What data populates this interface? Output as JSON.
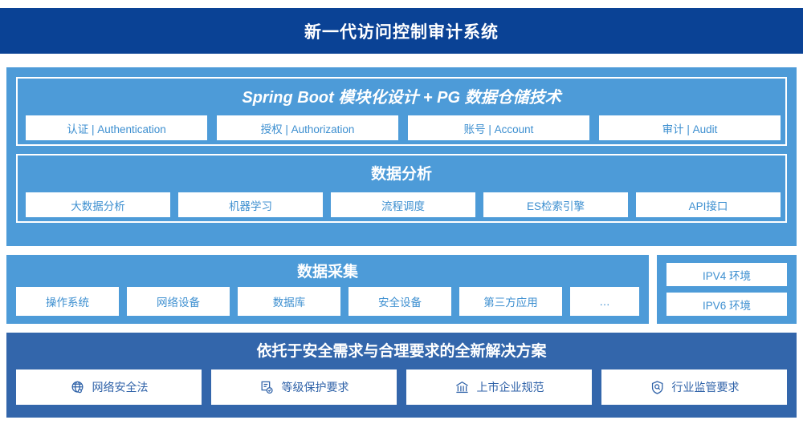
{
  "header": {
    "title": "新一代访问控制审计系统",
    "bg": "#0a4295"
  },
  "colors": {
    "navy": "#0a4295",
    "light_blue": "#4d9bd8",
    "medium_blue": "#3366ab",
    "chip_text": "#3d8fd0",
    "solution_chip_text": "#2f62a8"
  },
  "platform": {
    "springboot": {
      "title": "Spring Boot 模块化设计 + PG 数据仓储技术",
      "chips": [
        {
          "label": "认证 | Authentication"
        },
        {
          "label": "授权 | Authorization"
        },
        {
          "label": "账号 | Account"
        },
        {
          "label": "审计 | Audit"
        }
      ]
    },
    "analysis": {
      "title": "数据分析",
      "chips": [
        {
          "label": "大数据分析"
        },
        {
          "label": "机器学习"
        },
        {
          "label": "流程调度"
        },
        {
          "label": "ES检索引擎"
        },
        {
          "label": "API接口"
        }
      ]
    }
  },
  "collect": {
    "title": "数据采集",
    "chips": [
      {
        "label": "操作系统"
      },
      {
        "label": "网络设备"
      },
      {
        "label": "数据库"
      },
      {
        "label": "安全设备"
      },
      {
        "label": "第三方应用"
      },
      {
        "label": "…"
      }
    ]
  },
  "ipv": {
    "chips": [
      {
        "label": "IPV4 环境"
      },
      {
        "label": "IPV6 环境"
      }
    ]
  },
  "solution": {
    "title": "依托于安全需求与合理要求的全新解决方案",
    "chips": [
      {
        "label": "网络安全法",
        "icon": "globe-icon"
      },
      {
        "label": "等级保护要求",
        "icon": "document-check-icon"
      },
      {
        "label": "上市企业规范",
        "icon": "bank-icon"
      },
      {
        "label": "行业监管要求",
        "icon": "shield-search-icon"
      }
    ]
  }
}
